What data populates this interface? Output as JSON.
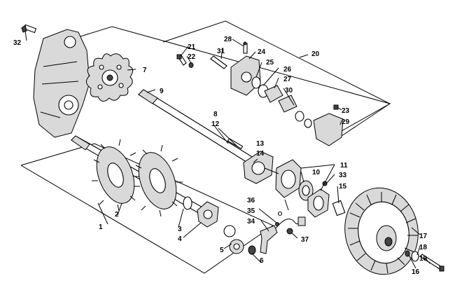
{
  "diagram": {
    "type": "exploded-parts-view",
    "callouts": [
      "1",
      "2",
      "3",
      "4",
      "5",
      "6",
      "7",
      "8",
      "9",
      "10",
      "11",
      "12",
      "13",
      "14",
      "15",
      "16",
      "17",
      "18",
      "19",
      "20",
      "21",
      "22",
      "23",
      "24",
      "25",
      "26",
      "27",
      "28",
      "29",
      "30",
      "31",
      "32",
      "33",
      "34",
      "35",
      "36",
      "37"
    ]
  }
}
